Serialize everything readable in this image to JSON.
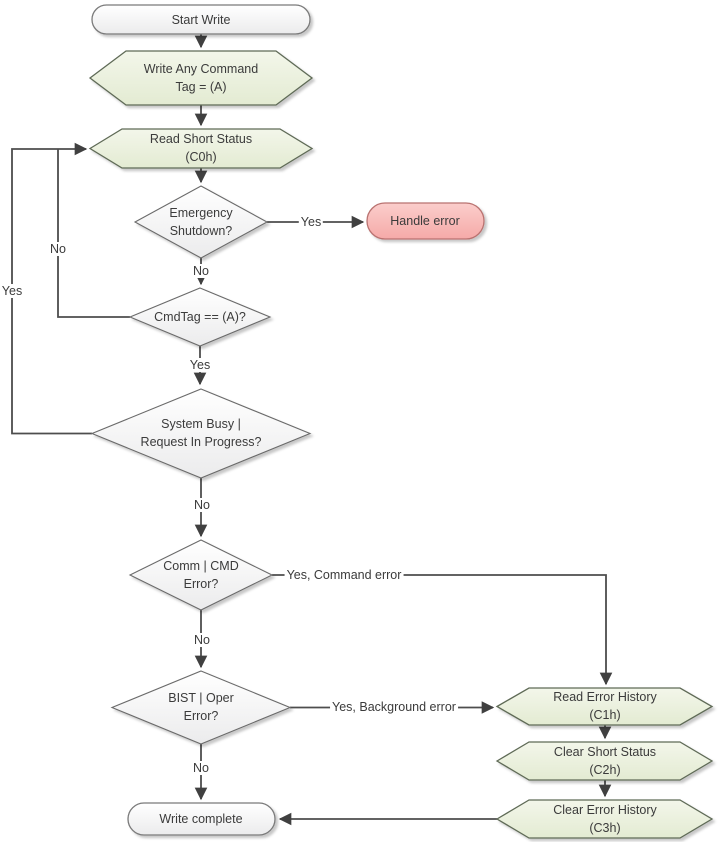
{
  "flowchart": {
    "nodes": {
      "start": {
        "lines": [
          "Start Write"
        ]
      },
      "write_any_command": {
        "lines": [
          "Write Any Command",
          "Tag = (A)"
        ]
      },
      "read_short_status": {
        "lines": [
          "Read Short Status",
          "(C0h)"
        ]
      },
      "emergency_shutdown": {
        "lines": [
          "Emergency",
          "Shutdown?"
        ]
      },
      "handle_error": {
        "lines": [
          "Handle error"
        ]
      },
      "cmdtag_check": {
        "lines": [
          "CmdTag == (A)?"
        ]
      },
      "system_busy": {
        "lines": [
          "System Busy |",
          "Request In Progress?"
        ]
      },
      "comm_cmd_error": {
        "lines": [
          "Comm | CMD",
          "Error?"
        ]
      },
      "bist_oper_error": {
        "lines": [
          "BIST | Oper",
          "Error?"
        ]
      },
      "read_error_history": {
        "lines": [
          "Read Error History",
          "(C1h)"
        ]
      },
      "clear_short_status": {
        "lines": [
          "Clear Short Status",
          "(C2h)"
        ]
      },
      "clear_error_history": {
        "lines": [
          "Clear Error History",
          "(C3h)"
        ]
      },
      "write_complete": {
        "lines": [
          "Write complete"
        ]
      }
    },
    "edge_labels": {
      "emergency_yes": "Yes",
      "emergency_no": "No",
      "cmdtag_no": "No",
      "cmdtag_yes": "Yes",
      "busy_yes": "Yes",
      "busy_no": "No",
      "comm_yes": "Yes, Command error",
      "comm_no": "No",
      "bist_yes": "Yes, Background error",
      "bist_no": "No"
    },
    "colors": {
      "process_fill": "#eaf0dc",
      "process_stroke": "#5f6b57",
      "decision_fill": "#fdfdfd",
      "decision_stroke": "#6b6b6b",
      "terminator_fill": "#fdfdfd",
      "terminator_stroke": "#7a7a7a",
      "error_fill": "#f8b9b7",
      "error_stroke": "#b97270",
      "connector": "#4d4d4d",
      "text": "#3b3b3b"
    }
  }
}
